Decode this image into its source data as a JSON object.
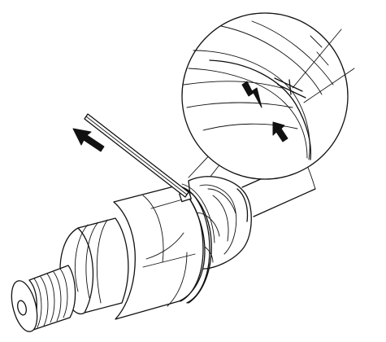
{
  "figure": {
    "subject": "cv-joint-boot-band-installation",
    "ink_color": "#111111",
    "paper_color": "#ffffff",
    "callouts": {
      "detail_view": "magnified-band-clamp-detail",
      "pull_direction": "arrow-pointing-up-left",
      "clearance_arrows": [
        "arrow-pointing-down-right",
        "arrow-pointing-up-left"
      ]
    }
  }
}
